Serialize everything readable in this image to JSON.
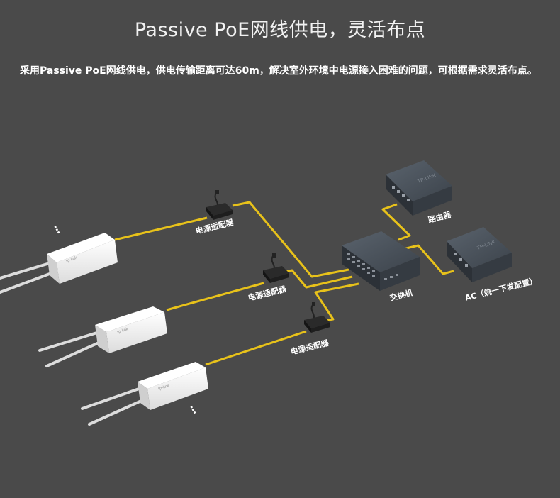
{
  "heading": "Passive PoE网线供电，灵活布点",
  "description": "采用Passive PoE网线供电，供电传输距离可达60m，解决室外环境中电源接入困难的问题，可根据需求灵活布点。",
  "labels": {
    "adapter_1": "电源适配器",
    "adapter_2": "电源适配器",
    "adapter_3": "电源适配器",
    "switch": "交换机",
    "router": "路由器",
    "ac": "AC（统一下发配置）",
    "ellipsis_top": "...",
    "ellipsis_bottom": "...",
    "brand_mark": "TP-LINK"
  },
  "colors": {
    "background": "#4a4a4a",
    "cable": "#e8c21a",
    "ap_body": "#f4f4f4",
    "device_dark": "#3a3f46"
  }
}
